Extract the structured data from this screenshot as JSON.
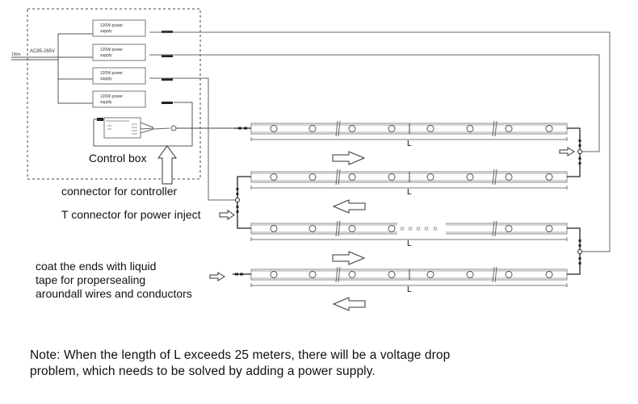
{
  "diagram": {
    "input_label": "AC85-265V",
    "input_tag": "1Wm",
    "power_supplies": [
      {
        "label_line1": "120W power",
        "label_line2": "supply"
      },
      {
        "label_line1": "120W power",
        "label_line2": "supply"
      },
      {
        "label_line1": "120W power",
        "label_line2": "supply"
      },
      {
        "label_line1": "120W power",
        "label_line2": "supply"
      }
    ],
    "control_box_label": "Control box",
    "strip_length_label": "L",
    "strip_rows": [
      {
        "flow": "right",
        "gap": false
      },
      {
        "flow": "left",
        "gap": false
      },
      {
        "flow": "right",
        "gap": true
      },
      {
        "flow": "left",
        "gap": false
      }
    ],
    "colors": {
      "line": "#555555",
      "strip": "#888888",
      "text": "#111111"
    }
  },
  "annotations": {
    "connector_for_controller": "connector for controller",
    "t_connector": "T connector for power inject",
    "coat_line1": "coat the ends with liquid",
    "coat_line2": "tape for propersealing",
    "coat_line3": "aroundall wires and conductors"
  },
  "note": {
    "line1": "Note:  When the length of L exceeds 25 meters, there will be a voltage drop",
    "line2": "problem, which needs to be solved by adding a power supply."
  }
}
